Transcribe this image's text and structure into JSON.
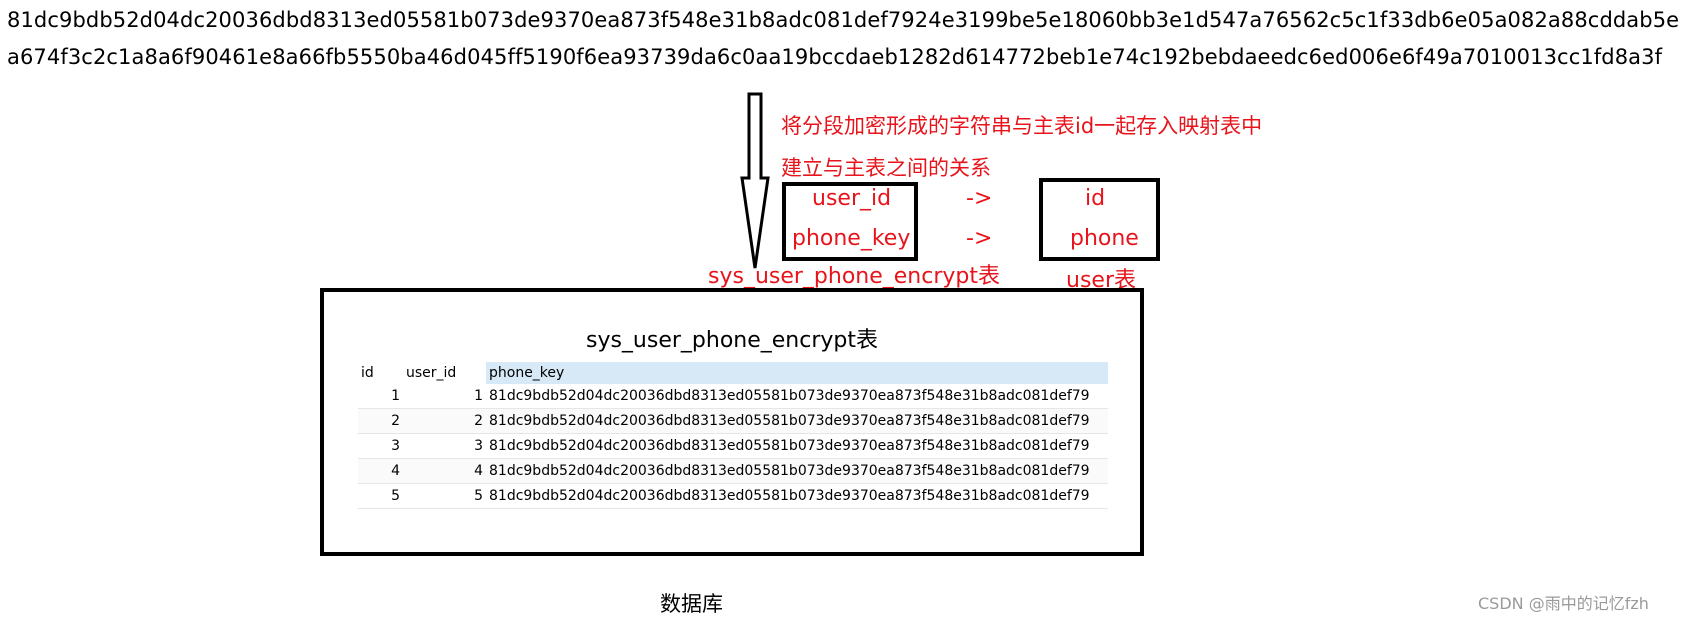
{
  "hash_lines": [
    "81dc9bdb52d04dc20036dbd8313ed05581b073de9370ea873f548e31b8adc081def7924e3199be5e18060bb3e1d547a76562c5c1f33db6e05a082a88cddab5e",
    "a674f3c2c1a8a6f90461e8a66fb5550ba46d045ff5190f6ea93739da6c0aa19bccdaeb1282d614772beb1e74c192bebdaeedc6ed006e6f49a7010013cc1fd8a3f"
  ],
  "notes": {
    "line1": "将分段加密形成的字符串与主表id一起存入映射表中",
    "line2": "建立与主表之间的关系"
  },
  "mapping": {
    "left_fields": [
      "user_id",
      "phone_key"
    ],
    "right_fields": [
      "id",
      "phone"
    ],
    "arrow": "->",
    "left_table_name": "sys_user_phone_encrypt表",
    "right_table_name": "user表"
  },
  "database": {
    "title": "sys_user_phone_encrypt表",
    "columns": [
      "id",
      "user_id",
      "phone_key"
    ],
    "rows": [
      [
        "1",
        "1",
        "81dc9bdb52d04dc20036dbd8313ed05581b073de9370ea873f548e31b8adc081def79"
      ],
      [
        "2",
        "2",
        "81dc9bdb52d04dc20036dbd8313ed05581b073de9370ea873f548e31b8adc081def79"
      ],
      [
        "3",
        "3",
        "81dc9bdb52d04dc20036dbd8313ed05581b073de9370ea873f548e31b8adc081def79"
      ],
      [
        "4",
        "4",
        "81dc9bdb52d04dc20036dbd8313ed05581b073de9370ea873f548e31b8adc081def79"
      ],
      [
        "5",
        "5",
        "81dc9bdb52d04dc20036dbd8313ed05581b073de9370ea873f548e31b8adc081def79"
      ]
    ],
    "label": "数据库"
  },
  "watermark": "CSDN @雨中的记忆fzh",
  "colors": {
    "annotation": "#e8141b",
    "header_highlight": "#d7e8f6"
  }
}
